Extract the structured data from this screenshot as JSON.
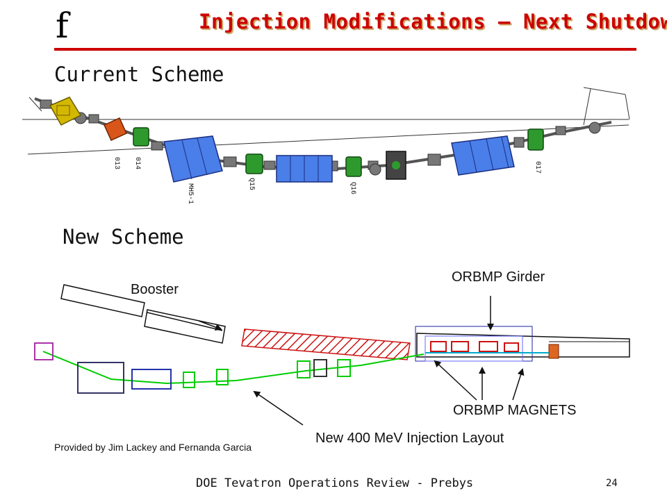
{
  "slide": {
    "logo": "f",
    "title": "Injection Modifications – Next Shutdown",
    "title_color": "#cc0000",
    "current_heading": "Current Scheme",
    "new_heading": "New Scheme",
    "credit": "Provided by Jim Lackey and Fernanda Garcia",
    "footer": "DOE Tevatron Operations Review - Prebys",
    "page_number": "24"
  },
  "current_diagram": {
    "quad_labels": [
      "013",
      "014",
      "Q15",
      "Q16",
      "017"
    ],
    "magnet_labels": [
      "MH5-1"
    ],
    "quad_color": "#2e9a2e",
    "dipole_color": "#4a7ee8",
    "kicker_color": "#d8561a",
    "stand_color": "#d4b800"
  },
  "new_diagram": {
    "labels": {
      "booster": "Booster",
      "girder": "ORBMP Girder",
      "magnets": "ORBMP MAGNETS",
      "layout": "New 400 MeV Injection Layout"
    },
    "new_line_color": "#00cc00",
    "hatch_color": "#cc1111"
  }
}
